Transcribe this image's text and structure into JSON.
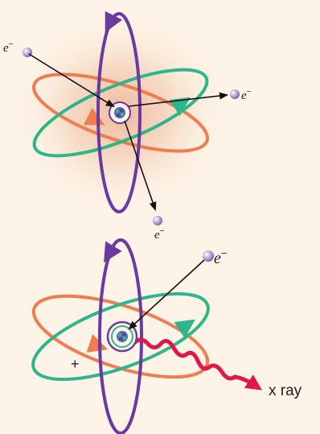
{
  "colors": {
    "background": "#fdf3e6",
    "glow": "#f2c4a8",
    "orbit_orange": "#ee7d4f",
    "orbit_green": "#2fb58a",
    "orbit_purple": "#6b3aa0",
    "nucleus": "#5a66b8",
    "electron": "#a99ad0",
    "xray": "#e0174a",
    "arrow": "#111111"
  },
  "top_panel": {
    "electron_labels": [
      {
        "symbol": "e",
        "superscript": "−"
      },
      {
        "symbol": "e",
        "superscript": "−"
      },
      {
        "symbol": "e",
        "superscript": "−"
      }
    ]
  },
  "bottom_panel": {
    "electron_label": {
      "symbol": "e",
      "superscript": "−"
    },
    "vacancy_label": "+",
    "xray_label": "x ray"
  }
}
